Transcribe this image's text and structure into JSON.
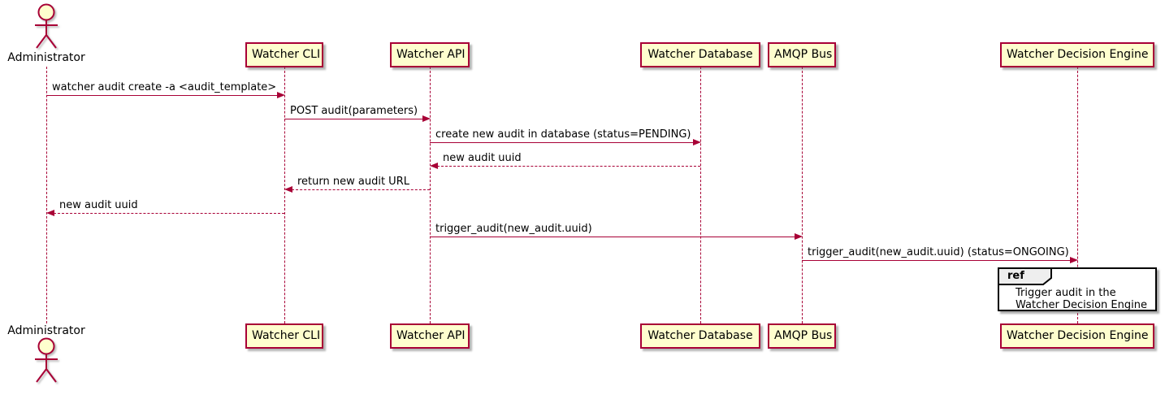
{
  "diagram_type": "sequence",
  "actor": {
    "label": "Administrator"
  },
  "participants": [
    {
      "label": "Watcher CLI"
    },
    {
      "label": "Watcher API"
    },
    {
      "label": "Watcher Database"
    },
    {
      "label": "AMQP Bus"
    },
    {
      "label": "Watcher Decision Engine"
    }
  ],
  "messages": [
    {
      "label": "watcher audit create -a <audit_template>",
      "from": "Administrator",
      "to": "Watcher CLI",
      "style": "solid"
    },
    {
      "label": "POST audit(parameters)",
      "from": "Watcher CLI",
      "to": "Watcher API",
      "style": "solid"
    },
    {
      "label": "create new audit in database (status=PENDING)",
      "from": "Watcher API",
      "to": "Watcher Database",
      "style": "solid"
    },
    {
      "label": "new audit uuid",
      "from": "Watcher Database",
      "to": "Watcher API",
      "style": "dashed"
    },
    {
      "label": "return new audit URL",
      "from": "Watcher API",
      "to": "Watcher CLI",
      "style": "dashed"
    },
    {
      "label": "new audit uuid",
      "from": "Watcher CLI",
      "to": "Administrator",
      "style": "dashed"
    },
    {
      "label": "trigger_audit(new_audit.uuid)",
      "from": "Watcher API",
      "to": "AMQP Bus",
      "style": "solid"
    },
    {
      "label": "trigger_audit(new_audit.uuid) (status=ONGOING)",
      "from": "AMQP Bus",
      "to": "Watcher Decision Engine",
      "style": "solid"
    }
  ],
  "ref": {
    "keyword": "ref",
    "line1": "Trigger audit in the",
    "line2": "Watcher Decision Engine"
  },
  "colors": {
    "participant_fill": "#FEFECE",
    "accent_border": "#A80036",
    "ref_tab_fill": "#EEEEEE",
    "ref_border": "#000000",
    "text": "#000000"
  }
}
